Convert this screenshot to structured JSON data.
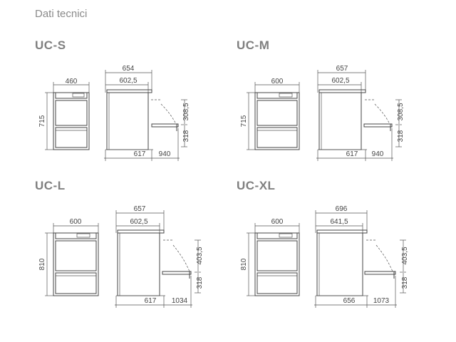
{
  "page": {
    "title": "Dati tecnici"
  },
  "models": [
    {
      "name": "UC-S",
      "front": {
        "width": "460",
        "height": "715"
      },
      "side": {
        "total_depth": "654",
        "body_depth": "602,5",
        "door_upper": "308,5",
        "door_lower": "318",
        "bottom_left": "617",
        "bottom_right": "940"
      }
    },
    {
      "name": "UC-M",
      "front": {
        "width": "600",
        "height": "715"
      },
      "side": {
        "total_depth": "657",
        "body_depth": "602,5",
        "door_upper": "308,5",
        "door_lower": "318",
        "bottom_left": "617",
        "bottom_right": "940"
      }
    },
    {
      "name": "UC-L",
      "front": {
        "width": "600",
        "height": "810"
      },
      "side": {
        "total_depth": "657",
        "body_depth": "602,5",
        "door_upper": "403,5",
        "door_lower": "318",
        "bottom_left": "617",
        "bottom_right": "1034"
      }
    },
    {
      "name": "UC-XL",
      "front": {
        "width": "600",
        "height": "810"
      },
      "side": {
        "total_depth": "696",
        "body_depth": "641,5",
        "door_upper": "403,5",
        "door_lower": "318",
        "bottom_left": "656",
        "bottom_right": "1073"
      }
    }
  ]
}
